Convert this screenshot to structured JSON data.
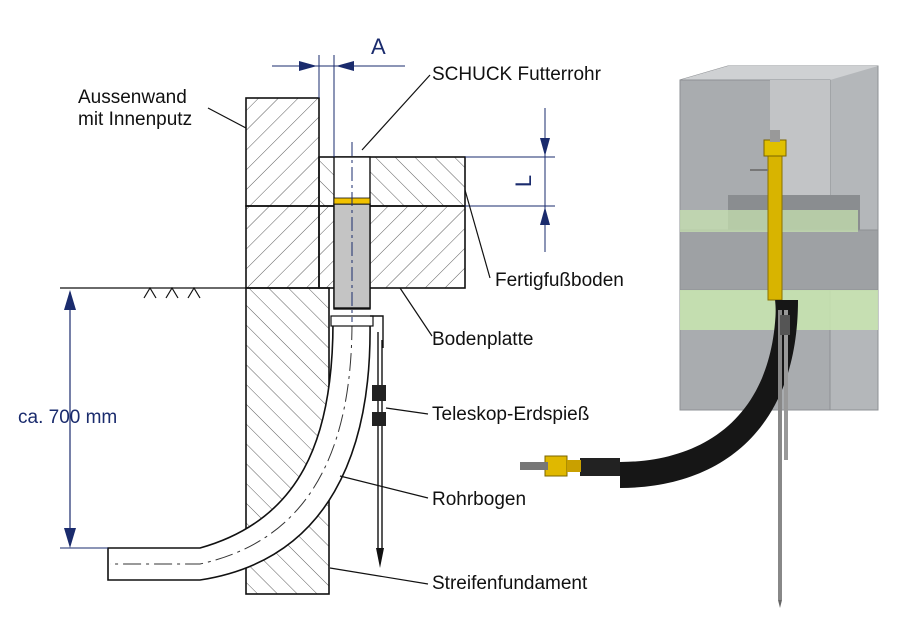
{
  "labels": {
    "aussenwand_line1": "Aussenwand",
    "aussenwand_line2": "mit Innenputz",
    "futterrohr": "SCHUCK Futterrohr",
    "fertigfussboden": "Fertigfußboden",
    "bodenplatte": "Bodenplatte",
    "erdspiess": "Teleskop-Erdspieß",
    "rohrbogen": "Rohrbogen",
    "streifenfundament": "Streifenfundament"
  },
  "dimensions": {
    "depth": "ca. 700 mm",
    "offset_a": "A",
    "length_l": "L"
  },
  "colors": {
    "line": "#111111",
    "dimension": "#1a2b6d",
    "pipe_gray": "#c8c8c8",
    "yellow_ring": "#f2c200",
    "concrete": "#b9bcbf",
    "insulation": "#c9e6b0",
    "hose": "#1e1e1e"
  }
}
